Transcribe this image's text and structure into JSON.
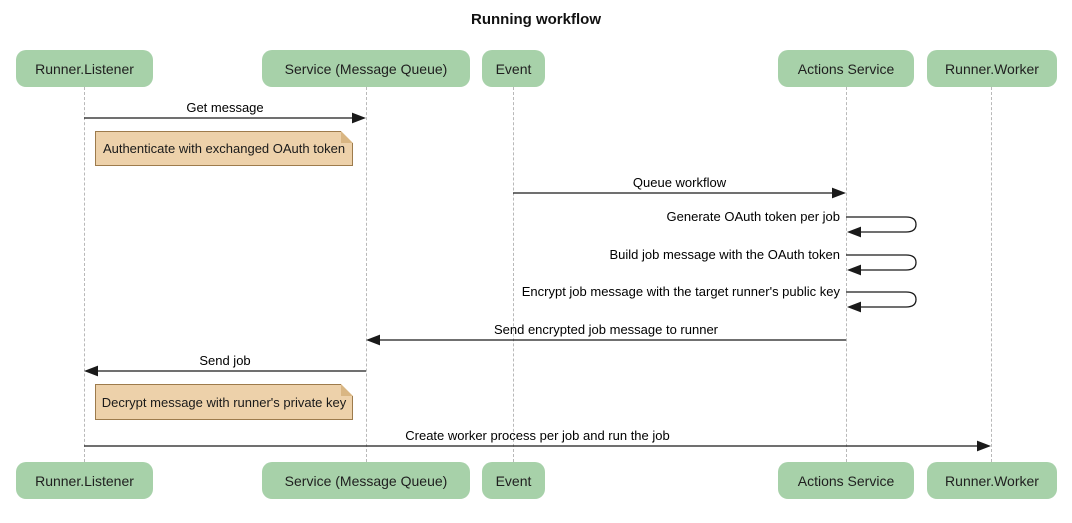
{
  "title": "Running workflow",
  "colors": {
    "actor_fill": "#a7d1a9",
    "actor_text": "#1f1f1f",
    "note_fill": "#edd1aa",
    "note_border": "#9d7b4c",
    "lifeline": "#b9b9b9",
    "line": "#1a1a1a",
    "title_text": "#111111"
  },
  "participants": [
    {
      "label": "Runner.Listener"
    },
    {
      "label": "Service (Message Queue)"
    },
    {
      "label": "Event"
    },
    {
      "label": "Actions Service"
    },
    {
      "label": "Runner.Worker"
    }
  ],
  "messages": [
    {
      "label": "Get message",
      "from": "Runner.Listener",
      "to": "Service (Message Queue)",
      "type": "arrow"
    },
    {
      "label": "Queue workflow",
      "from": "Event",
      "to": "Actions Service",
      "type": "arrow"
    },
    {
      "label": "Generate OAuth token per job",
      "from": "Actions Service",
      "to": "Actions Service",
      "type": "self"
    },
    {
      "label": "Build job message with the OAuth token",
      "from": "Actions Service",
      "to": "Actions Service",
      "type": "self"
    },
    {
      "label": "Encrypt job message with the target runner's public key",
      "from": "Actions Service",
      "to": "Actions Service",
      "type": "self"
    },
    {
      "label": "Send encrypted job message to runner",
      "from": "Actions Service",
      "to": "Service (Message Queue)",
      "type": "arrow"
    },
    {
      "label": "Send job",
      "from": "Service (Message Queue)",
      "to": "Runner.Listener",
      "type": "arrow"
    },
    {
      "label": "Create worker process per job and run the job",
      "from": "Runner.Listener",
      "to": "Runner.Worker",
      "type": "arrow"
    }
  ],
  "notes": [
    {
      "text": "Authenticate with exchanged OAuth token"
    },
    {
      "text": "Decrypt message with runner's private key"
    }
  ]
}
